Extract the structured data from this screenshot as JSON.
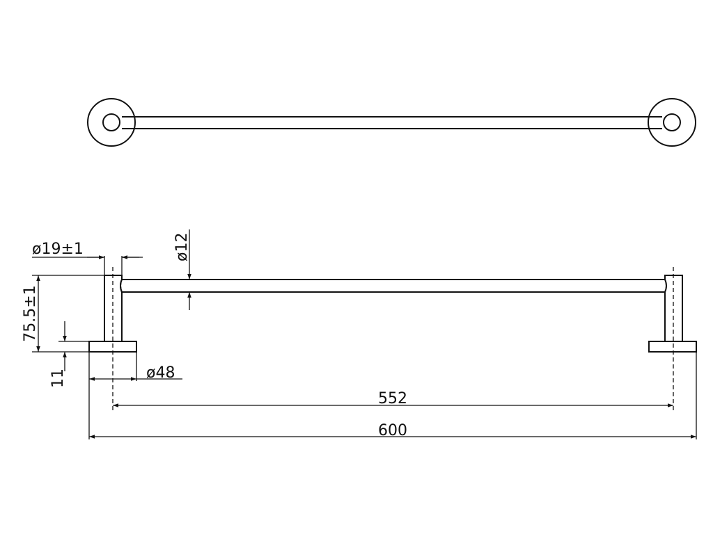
{
  "dimensions": {
    "flange_diameter": "ø19±1",
    "bar_diameter": "ø12",
    "height": "75.5±1",
    "base_thickness": "11",
    "base_diameter": "ø48",
    "center_distance": "552",
    "overall_length": "600"
  },
  "colors": {
    "line": "#111111",
    "background": "#ffffff"
  }
}
